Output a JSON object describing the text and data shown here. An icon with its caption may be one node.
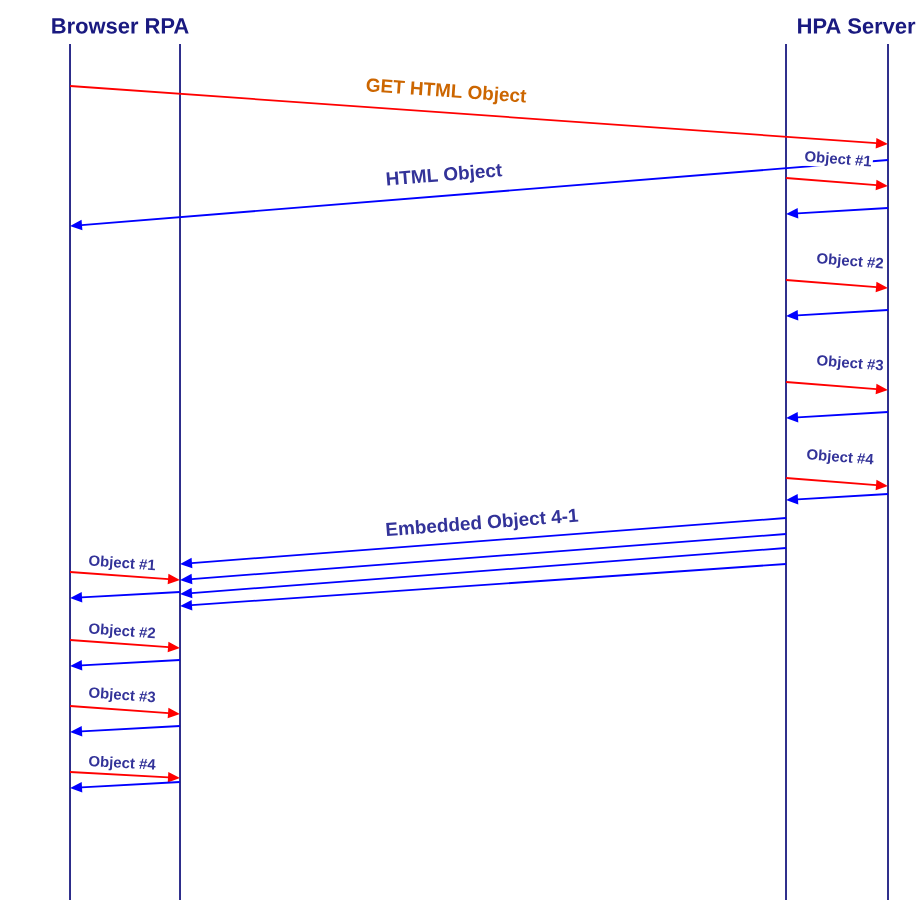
{
  "diagram": {
    "nodes": [
      {
        "text": [],
        "shape": "bar"
      },
      {
        "text": [],
        "shape": "bar"
      },
      {
        "text": [],
        "shape": "bar"
      },
      {
        "text": [],
        "shape": "bar"
      }
    ],
    "edges": [
      {
        "from": 0,
        "to": 3,
        "arrow": "to",
        "label": "GET HTML Object",
        "color": "#ff0000"
      },
      {
        "from": 3,
        "to": 0,
        "arrow": "to",
        "label": "HTML Object"
      },
      {
        "from": 2,
        "to": 3,
        "arrow": "to",
        "label": "Object #1",
        "color": "#ff0000"
      },
      {
        "from": 3,
        "to": 2,
        "arrow": "to"
      },
      {
        "from": 2,
        "to": 3,
        "arrow": "to",
        "label": "Object #2",
        "color": "#ff0000"
      },
      {
        "from": 3,
        "to": 2,
        "arrow": "to"
      },
      {
        "from": 2,
        "to": 3,
        "arrow": "to",
        "label": "Object #3",
        "color": "#ff0000"
      },
      {
        "from": 3,
        "to": 2,
        "arrow": "to"
      },
      {
        "from": 2,
        "to": 3,
        "arrow": "to",
        "label": "Object #4",
        "color": "#ff0000"
      },
      {
        "from": 3,
        "to": 2,
        "arrow": "to"
      },
      {
        "from": 2,
        "to": 1,
        "arrow": "to",
        "label": "Embedded Object  4-1"
      },
      {
        "from": 2,
        "to": 1,
        "arrow": "to"
      },
      {
        "from": 2,
        "to": 1,
        "arrow": "to"
      },
      {
        "from": 2,
        "to": 1,
        "arrow": "to"
      },
      {
        "from": 0,
        "to": 1,
        "arrow": "to",
        "label": "Object #1",
        "color": "#ff0000"
      },
      {
        "from": 1,
        "to": 0,
        "arrow": "to"
      },
      {
        "from": 0,
        "to": 1,
        "arrow": "to",
        "label": "Object #2",
        "color": "#ff0000"
      },
      {
        "from": 1,
        "to": 0,
        "arrow": "to"
      },
      {
        "from": 0,
        "to": 1,
        "arrow": "to",
        "label": "Object #3",
        "color": "#ff0000"
      },
      {
        "from": 1,
        "to": 0,
        "arrow": "to"
      },
      {
        "from": 0,
        "to": 1,
        "arrow": "to",
        "label": "Object #4",
        "color": "#ff0000"
      },
      {
        "from": 1,
        "to": 0,
        "arrow": "to"
      }
    ],
    "labels": [
      "Browser RPA",
      "HPA Server"
    ]
  }
}
